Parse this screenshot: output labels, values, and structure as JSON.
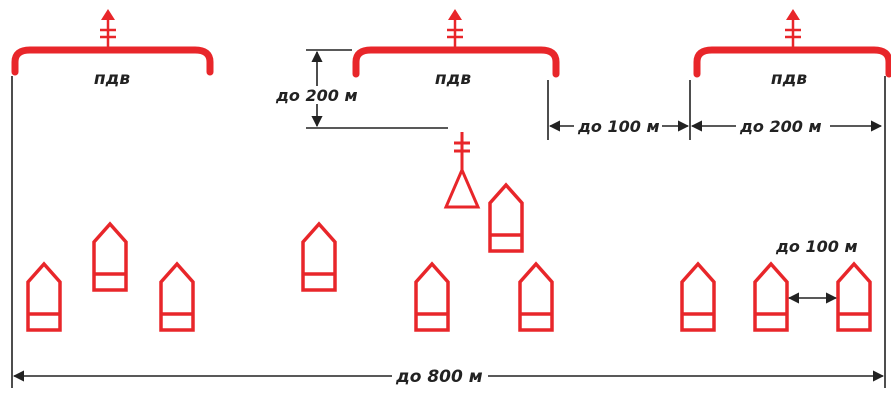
{
  "positions": {
    "left": {
      "label": "пдв"
    },
    "center": {
      "label": "пдв"
    },
    "right": {
      "label": "пдв"
    }
  },
  "dimensions": {
    "depth": "до 200 м",
    "gap_between_positions": "до 100 м",
    "right_width": "до 200 м",
    "vehicle_spacing": "до 100 м",
    "total_width": "до 800 м"
  },
  "colors": {
    "unit": "#e8262a",
    "lines": "#222222"
  },
  "icons": {
    "position_bracket": "bracket-icon",
    "command_post": "command-post-triangle-icon",
    "vehicle": "vehicle-icon"
  }
}
